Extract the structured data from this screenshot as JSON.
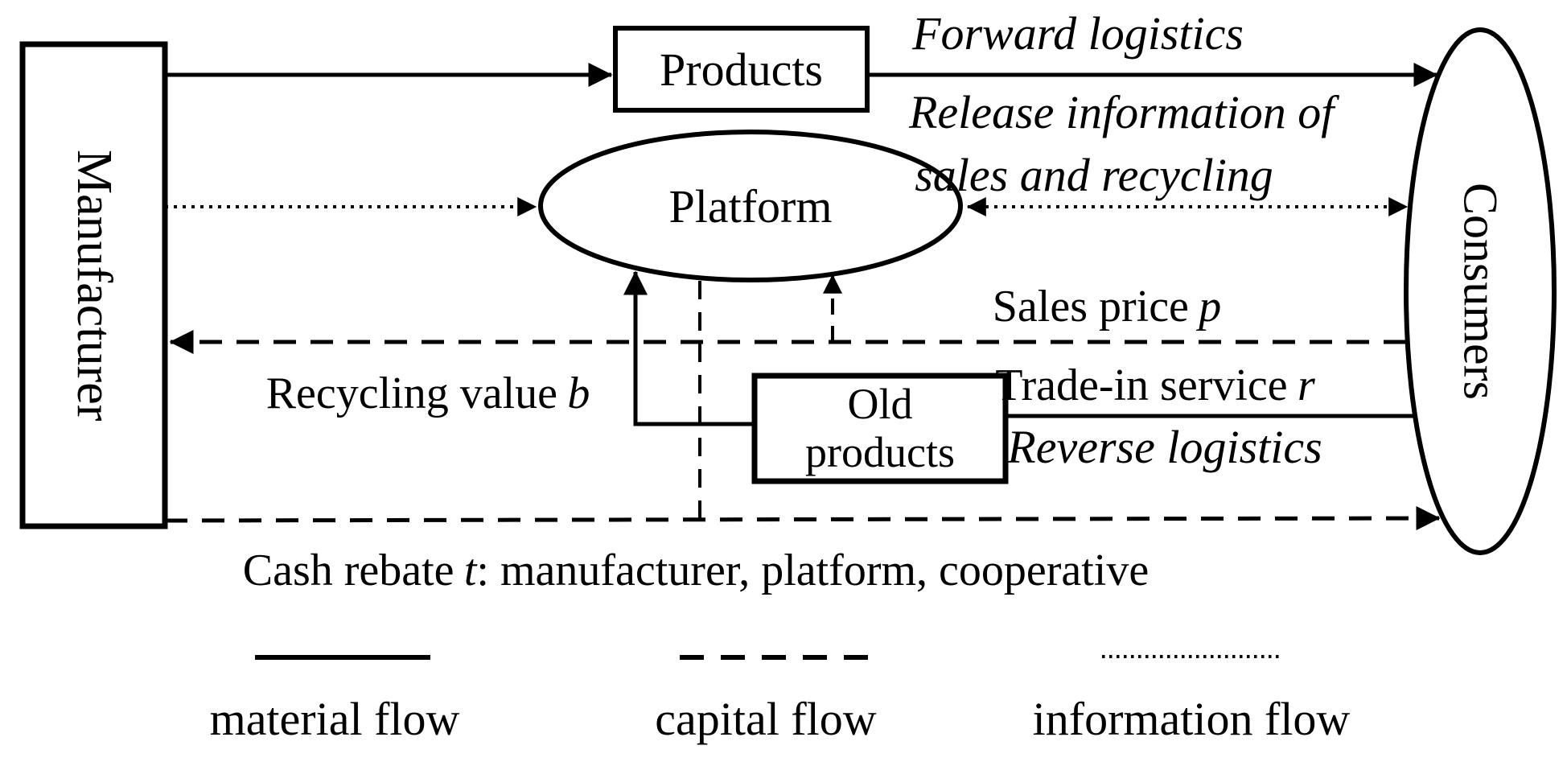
{
  "title": "Closed-loop supply chain flow diagram",
  "nodes": {
    "manufacturer": "Manufacturer",
    "products": "Products",
    "platform": "Platform",
    "old_products": "Old products",
    "consumers": "Consumers"
  },
  "labels": {
    "forward_logistics": "Forward logistics",
    "release_info_line1": "Release information of",
    "release_info_line2": "sales and recycling",
    "sales_price": {
      "text": "Sales price",
      "var": "p"
    },
    "trade_in": {
      "text": "Trade-in service",
      "var": "r"
    },
    "reverse_logistics": "Reverse logistics",
    "recycling_value": {
      "text": "Recycling value",
      "var": "b"
    },
    "cash_rebate": {
      "pre": "Cash rebate",
      "var": "t",
      "post": ": manufacturer, platform, cooperative"
    }
  },
  "legend": [
    {
      "style": "solid",
      "label": "material flow"
    },
    {
      "style": "dashed",
      "label": "capital flow"
    },
    {
      "style": "dotted",
      "label": "information flow"
    }
  ],
  "colors": {
    "stroke": "#000000",
    "background": "#ffffff"
  }
}
